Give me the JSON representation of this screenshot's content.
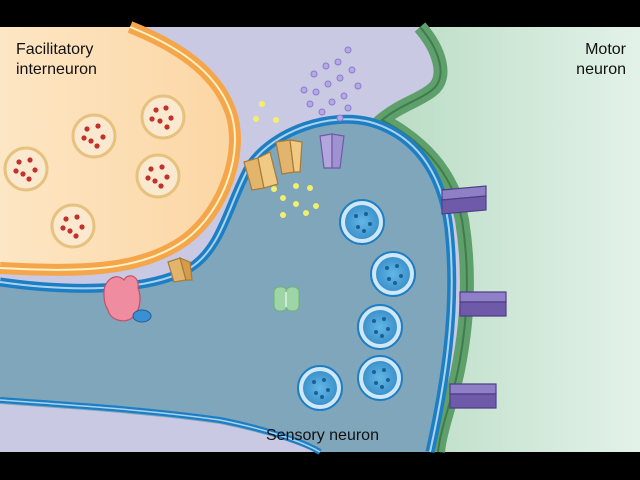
{
  "labels": {
    "facitatory_line1": "Facilitatory",
    "facitatory_line2": "interneuron",
    "motor_line1": "Motor",
    "motor_line2": "neuron",
    "sensory": "Sensory neuron"
  },
  "colors": {
    "background_synaptic_space": "#c9c9e4",
    "motor_neuron_fill": "#daeedd",
    "motor_neuron_membrane": "#5f9f6c",
    "sensory_neuron_fill": "#7fa6ba",
    "sensory_neuron_membrane": "#1e7ec4",
    "interneuron_fill": "#fde0b8",
    "interneuron_membrane": "#f5a54a",
    "interneuron_vesicle_dot": "#c0322b",
    "sensory_vesicle_fill": "#4aa3d8",
    "serotonin_dots": "#f3ef6a",
    "glutamate_dots": "#9b8ed4",
    "receptor_purple": "#6e5aa8",
    "channel_orange": "#e2b46c",
    "enzyme_pink": "#f08ca0",
    "enzyme_blue": "#3b8fd4",
    "green_molecule": "#9fd4a6"
  },
  "icons": [
    "interneuron-vesicle-icon",
    "sensory-vesicle-icon",
    "receptor-channel-icon",
    "ion-channel-icon",
    "enzyme-icon",
    "green-molecule-icon"
  ]
}
